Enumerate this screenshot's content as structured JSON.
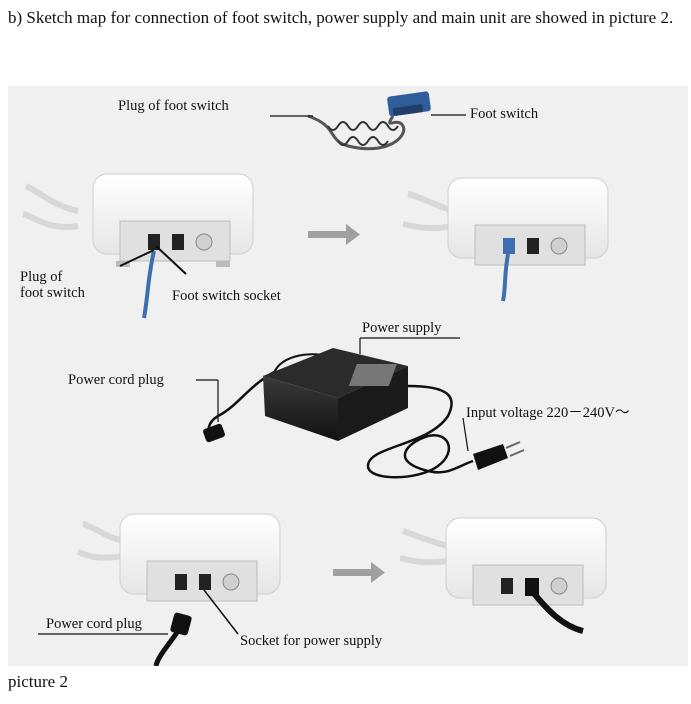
{
  "intro_text": "b) Sketch map for connection of foot switch, power supply and main unit are showed in picture 2.",
  "labels": {
    "plug_of_foot_switch_top": "Plug of foot switch",
    "foot_switch": "Foot switch",
    "plug_of_foot_switch_left_line1": "Plug of",
    "plug_of_foot_switch_left_line2": "foot switch",
    "foot_switch_socket": "Foot switch socket",
    "power_supply": "Power supply",
    "power_cord_plug_middle": "Power cord plug",
    "input_voltage": "Input voltage 220－240V～",
    "power_cord_plug_bottom": "Power cord plug",
    "socket_for_power_supply": "Socket for power supply"
  },
  "caption": "picture 2",
  "colors": {
    "panel_bg": "#f0f0f0",
    "unit_body": "#fafafa",
    "unit_panel": "#e2e2e2",
    "arrow": "#9a9a9a",
    "cable_blue": "#3b6fb0",
    "adapter": "#1e1e1e"
  },
  "icons": [
    "foot-switch-icon",
    "main-unit-icon",
    "power-adapter-icon",
    "plug-icon",
    "arrow-right-icon"
  ]
}
